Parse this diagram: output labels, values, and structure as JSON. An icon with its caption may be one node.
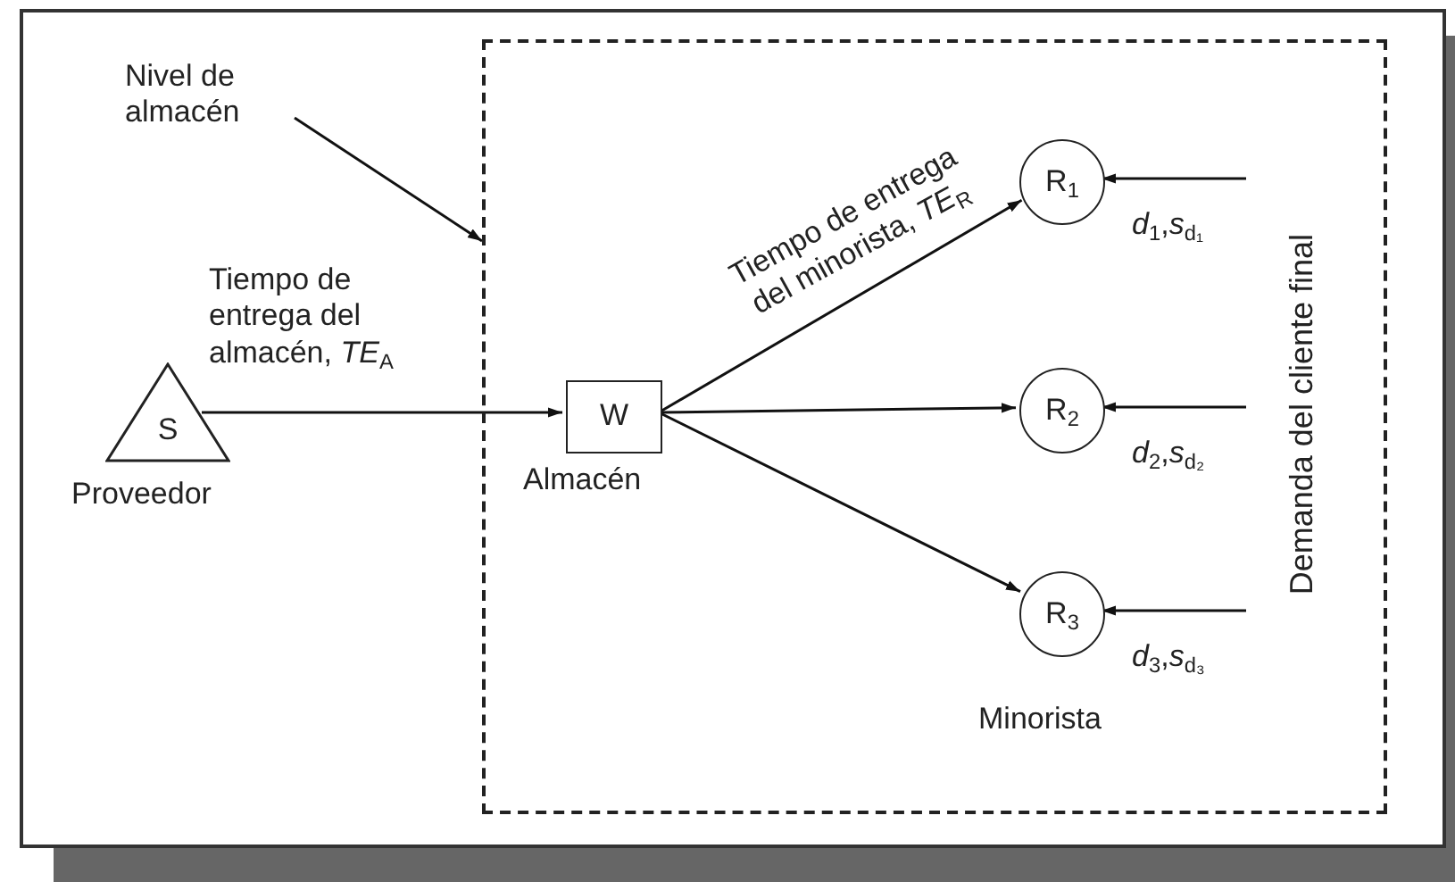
{
  "diagram": {
    "nodes": [
      {
        "text": [],
        "shape": "box"
      },
      {
        "text": [
          "Nivel de almacén"
        ]
      },
      {
        "text": [
          "S"
        ],
        "beside": [
          "Proveedor"
        ]
      },
      {
        "text": [
          "W"
        ],
        "beside": [
          "Almacén"
        ],
        "in": 0
      },
      {
        "text": [
          "R$_{1}$"
        ],
        "beside": [
          "*d*$_{1}$,*s*$_{d₁}$"
        ],
        "in": 0
      },
      {
        "text": [
          "R$_{2}$"
        ],
        "beside": [
          "*d*$_{2}$,*s*$_{d₂}$"
        ],
        "in": 0
      },
      {
        "text": [
          "R$_{3}$"
        ],
        "beside": [
          "*d*$_{3}$,*s*$_{d₃}$"
        ],
        "in": 0
      },
      {
        "text": [
          "Demanda del cliente final"
        ],
        "in": 0
      }
    ],
    "edges": [
      {
        "from": 1,
        "to": 0,
        "arrow": "to"
      },
      {
        "from": 2,
        "to": 3,
        "arrow": "to",
        "label": "Tiempo de entrega del almacén, *TE*$_{A}$"
      },
      {
        "from": 3,
        "to": 4,
        "arrow": "to",
        "label": "Tiempo de entrega del minorista, *TE*$_{R}$"
      },
      {
        "from": 3,
        "to": 5,
        "arrow": "to"
      },
      {
        "from": 3,
        "to": 6,
        "arrow": "to"
      },
      {
        "from": 7,
        "to": 4,
        "arrow": "to"
      },
      {
        "from": 7,
        "to": 5,
        "arrow": "to"
      },
      {
        "from": 7,
        "to": 6,
        "arrow": "to"
      }
    ],
    "labels": [
      "Minorista"
    ]
  }
}
